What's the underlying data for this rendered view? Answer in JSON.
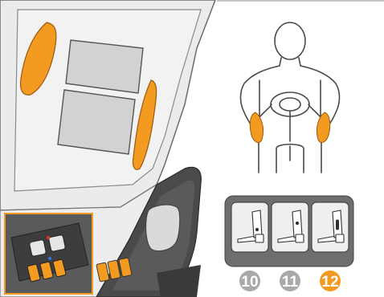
{
  "colors": {
    "highlight": "#F39A21",
    "seat_light": "#EEEEEE",
    "seat_shadow": "#CFCFCF",
    "outline": "#555555",
    "badge_grey": "#A9A9A9",
    "panel_dark": "#6E6E6E"
  },
  "modes": {
    "items": [
      {
        "label": "10",
        "active": false,
        "icon": "lumbar-seat-icon"
      },
      {
        "label": "11",
        "active": false,
        "icon": "lumbar-seat-icon"
      },
      {
        "label": "12",
        "active": true,
        "icon": "lumbar-seat-icon"
      }
    ]
  },
  "body_figure": {
    "icon": "person-lumbar-support-icon"
  },
  "seat": {
    "icon": "seat-side-bolster-icon"
  },
  "inset": {
    "icon": "seat-switch-panel-icon"
  }
}
